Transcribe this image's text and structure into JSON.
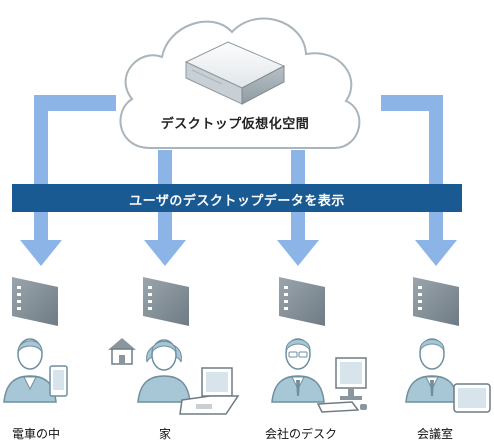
{
  "cloud": {
    "label": "デスクトップ仮想化空間",
    "icon": "server-icon"
  },
  "banner": {
    "label": "ユーザのデスクトップデータを表示"
  },
  "locations": [
    {
      "label": "電車の中",
      "device": "smartphone-icon"
    },
    {
      "label": "家",
      "device": "laptop-icon"
    },
    {
      "label": "会社のデスク",
      "device": "desktop-pc-icon"
    },
    {
      "label": "会議室",
      "device": "tablet-icon"
    }
  ],
  "colors": {
    "banner": "#1a5a93",
    "arrow": "#8db4e6",
    "person": "#a7c6d6",
    "screen": "#8a969f",
    "cloud_stroke": "#aab4bb"
  }
}
